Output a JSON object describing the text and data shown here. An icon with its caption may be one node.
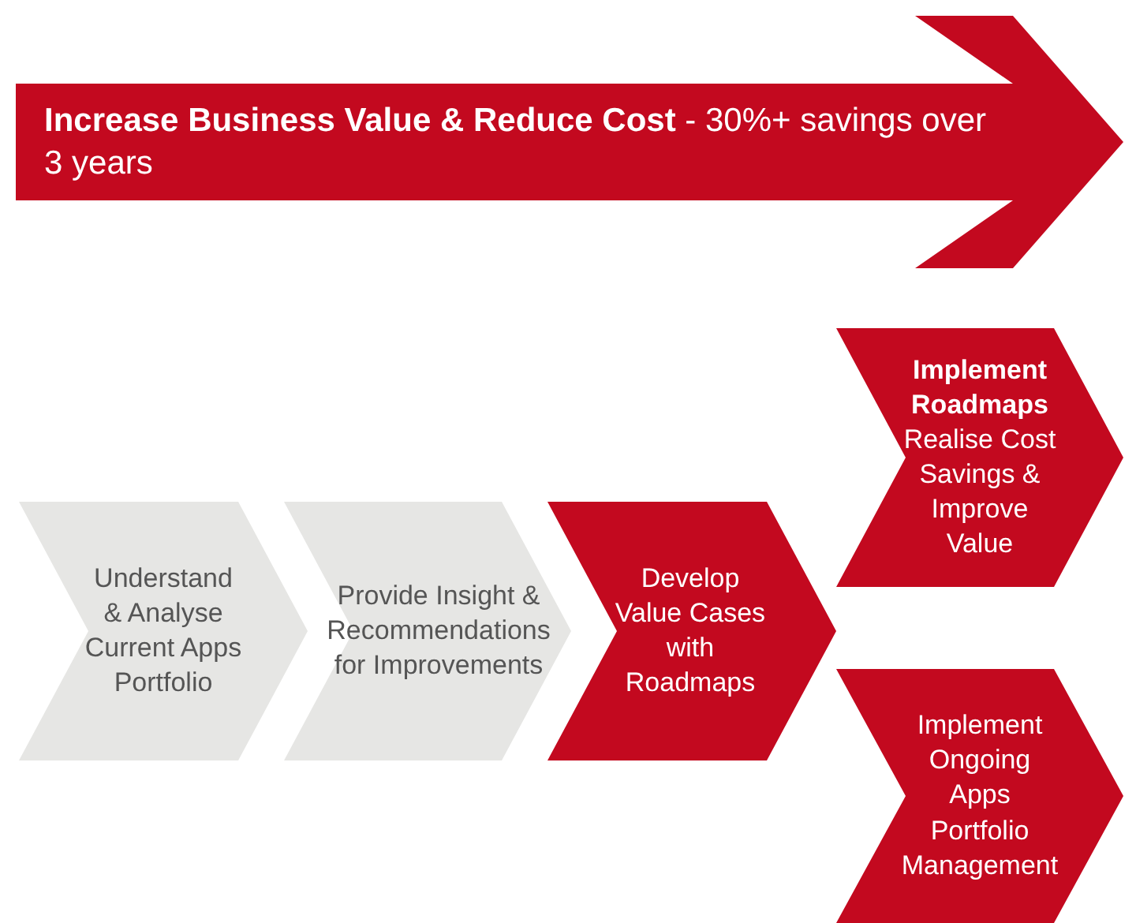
{
  "diagram": {
    "nodes": [
      {
        "text": [
          "**Increase Business Value & Reduce Cost** - 30%+ savings over 3 years"
        ]
      },
      {
        "text": [
          "Understand & Analyse Current Apps Portfolio"
        ]
      },
      {
        "text": [
          "Provide Insight & Recommendations for Improvements"
        ]
      },
      {
        "text": [
          "Develop Value Cases with Roadmaps"
        ]
      },
      {
        "text": [
          "Implement Roadmaps",
          "Realise Cost Savings & Improve Value"
        ]
      },
      {
        "text": [
          "Implement Ongoing Apps Portfolio Management"
        ]
      }
    ]
  }
}
